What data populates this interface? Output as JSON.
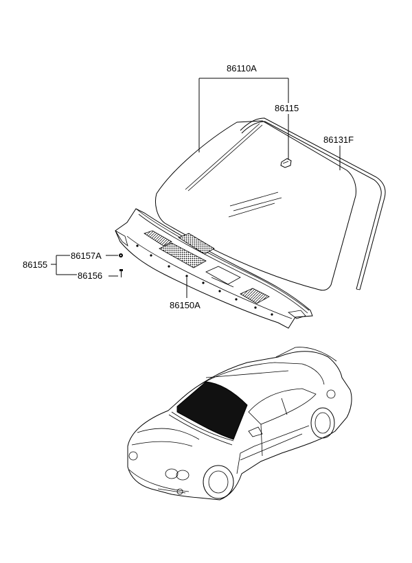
{
  "labels": {
    "windshield": "86110A",
    "mirror_bracket": "86115",
    "moulding": "86131F",
    "cowl_kit": "86155",
    "clip": "86157A",
    "screw": "86156",
    "cowl_panel": "86150A"
  },
  "icons": {
    "windshield": "windshield-glass-icon",
    "moulding": "moulding-strip-icon",
    "cowl": "cowl-panel-icon",
    "car": "coupe-car-icon"
  }
}
